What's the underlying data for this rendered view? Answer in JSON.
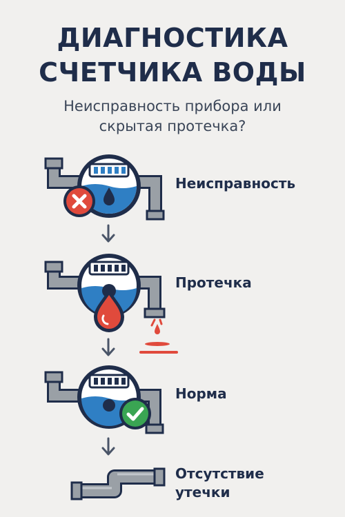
{
  "header": {
    "title_line1": "ДИАГНОСТИКА",
    "title_line2": "СЧЕТЧИКА ВОДЫ",
    "subtitle_line1": "Неисправность прибора или",
    "subtitle_line2": "скрытая протечка?"
  },
  "steps": [
    {
      "label": "Неисправность",
      "icon": "x-mark-icon",
      "status_color": "#e04a3c"
    },
    {
      "label": "Протечка",
      "icon": "water-drop-icon",
      "status_color": "#e04a3c"
    },
    {
      "label": "Норма",
      "icon": "check-mark-icon",
      "status_color": "#3aa553"
    },
    {
      "label_line1": "Отсутствие",
      "label_line2": "утечки",
      "icon": "pipe-icon"
    }
  ],
  "colors": {
    "navy": "#1f2d4a",
    "water": "#2f7fc4",
    "pipe": "#9aa0a6",
    "alert": "#e04a3c",
    "ok": "#3aa553"
  }
}
